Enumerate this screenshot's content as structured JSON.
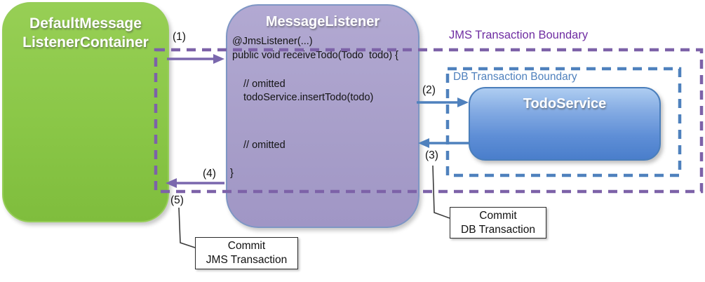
{
  "diagram": {
    "dmlc_box": {
      "title_line1": "DefaultMessage",
      "title_line2": "ListenerContainer"
    },
    "listener_box": {
      "title": "MessageListener",
      "code": {
        "annotation": "@JmsListener(...)",
        "method_signature": "public void receiveTodo(Todo  todo) {",
        "comment_omitted_1": "// omitted",
        "service_call": "todoService.insertTodo(todo)",
        "comment_omitted_2": "// omitted",
        "closing_brace": "}"
      }
    },
    "todo_service_box": {
      "title": "TodoService"
    },
    "jms_boundary": {
      "label": "JMS Transaction Boundary",
      "line_color": "#7d62a8",
      "label_color": "#6f2da2"
    },
    "db_boundary": {
      "label": "DB Transaction Boundary",
      "line_color": "#4f81bd",
      "label_color": "#4f81bd"
    },
    "steps": {
      "step1": "(1)",
      "step2": "(2)",
      "step3": "(3)",
      "step4": "(4)",
      "step5": "(5)"
    },
    "callouts": {
      "jms_commit": {
        "line1": "Commit",
        "line2": "JMS Transaction"
      },
      "db_commit": {
        "line1": "Commit",
        "line2": "DB Transaction"
      }
    },
    "colors": {
      "dmlc_green": "#8ac747",
      "listener_purple": "#a79ec9",
      "todo_service_blue": "#4a7ecb",
      "purple_arrow": "#7a67ad",
      "blue_arrow": "#4f81bd"
    }
  }
}
